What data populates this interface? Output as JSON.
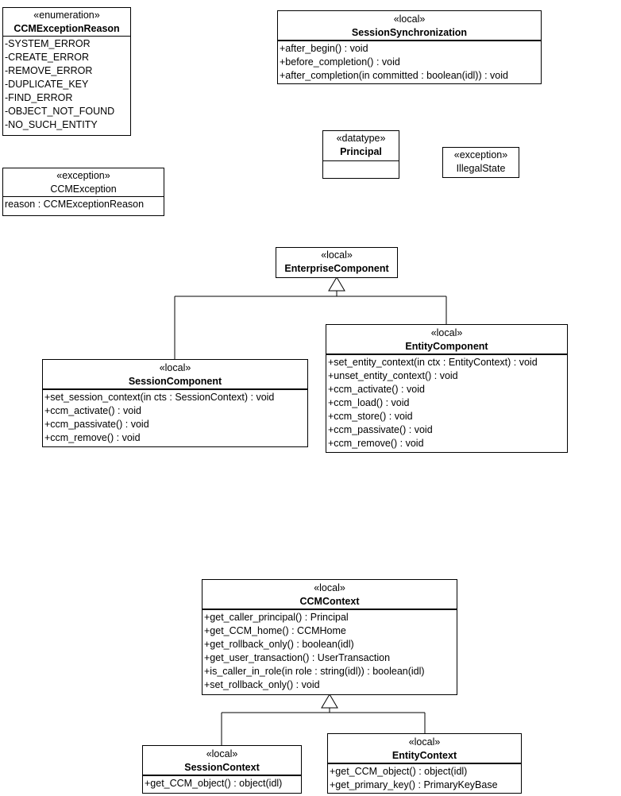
{
  "classes": {
    "ccm_exception_reason": {
      "stereotype": "«enumeration»",
      "name": "CCMExceptionReason",
      "items": [
        "-SYSTEM_ERROR",
        "-CREATE_ERROR",
        "-REMOVE_ERROR",
        "-DUPLICATE_KEY",
        "-FIND_ERROR",
        "-OBJECT_NOT_FOUND",
        "-NO_SUCH_ENTITY"
      ]
    },
    "session_synchronization": {
      "stereotype": "«local»",
      "name": "SessionSynchronization",
      "items": [
        "+after_begin() : void",
        "+before_completion() : void",
        "+after_completion(in committed : boolean(idl)) : void"
      ]
    },
    "principal": {
      "stereotype": "«datatype»",
      "name": "Principal",
      "items": []
    },
    "illegal_state": {
      "stereotype": "«exception»",
      "name": "IllegalState"
    },
    "ccm_exception": {
      "stereotype": "«exception»",
      "name": "CCMException",
      "items": [
        "reason : CCMExceptionReason"
      ]
    },
    "enterprise_component": {
      "stereotype": "«local»",
      "name": "EnterpriseComponent"
    },
    "entity_component": {
      "stereotype": "«local»",
      "name": "EntityComponent",
      "items": [
        "+set_entity_context(in ctx : EntityContext) : void",
        "+unset_entity_context() : void",
        "+ccm_activate() : void",
        "+ccm_load() : void",
        "+ccm_store() : void",
        "+ccm_passivate() : void",
        "+ccm_remove() : void"
      ]
    },
    "session_component": {
      "stereotype": "«local»",
      "name": "SessionComponent",
      "items": [
        "+set_session_context(in cts : SessionContext) : void",
        "+ccm_activate() : void",
        "+ccm_passivate() : void",
        "+ccm_remove() : void"
      ]
    },
    "ccm_context": {
      "stereotype": "«local»",
      "name": "CCMContext",
      "items": [
        "+get_caller_principal() : Principal",
        "+get_CCM_home() : CCMHome",
        "+get_rollback_only() : boolean(idl)",
        "+get_user_transaction() : UserTransaction",
        "+is_caller_in_role(in role : string(idl)) : boolean(idl)",
        "+set_rollback_only() : void"
      ]
    },
    "session_context": {
      "stereotype": "«local»",
      "name": "SessionContext",
      "items": [
        "+get_CCM_object() : object(idl)"
      ]
    },
    "entity_context": {
      "stereotype": "«local»",
      "name": "EntityContext",
      "items": [
        "+get_CCM_object() : object(idl)",
        "+get_primary_key() : PrimaryKeyBase"
      ]
    }
  }
}
